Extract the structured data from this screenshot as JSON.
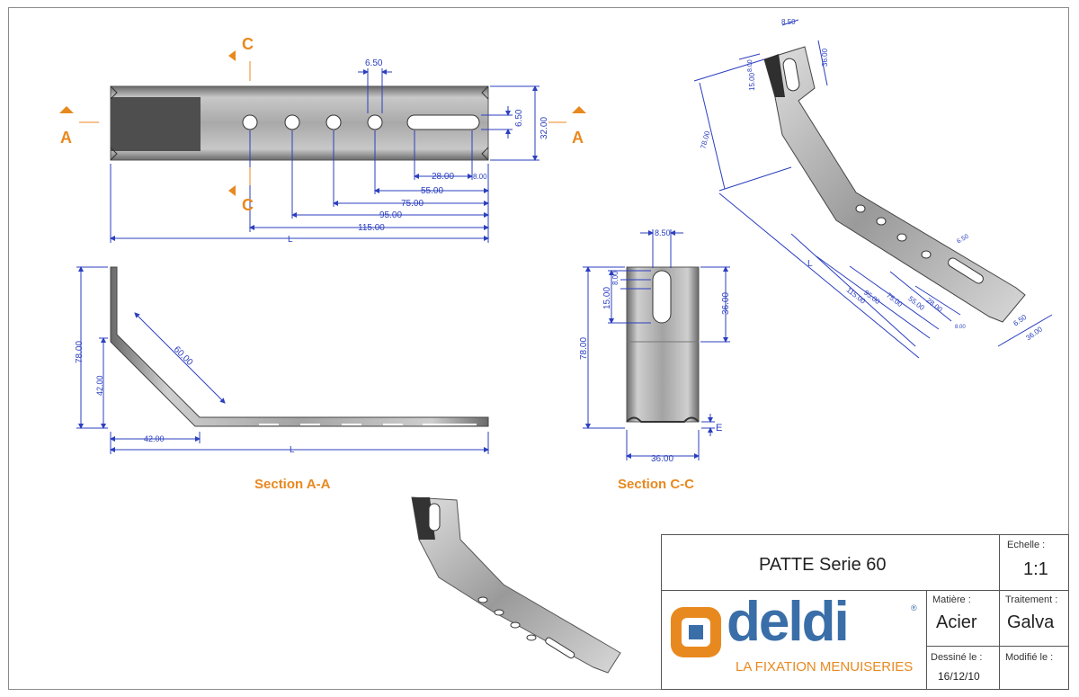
{
  "drawing": {
    "section_a_title": "Section A-A",
    "section_c_title": "Section C-C",
    "view_markers": {
      "a": "A",
      "c": "C"
    },
    "top_view_dims": {
      "hole_width": "6.50",
      "slot_height": "6.50",
      "height": "32.00",
      "d28": "28.00",
      "d8": "8.00",
      "d55": "55.00",
      "d75": "75.00",
      "d95": "95.00",
      "d115": "115.00",
      "length": "L"
    },
    "section_a_dims": {
      "height_total": "78.00",
      "height_vertical": "42.00",
      "diagonal": "60.00",
      "base_offset": "42.00",
      "length": "L"
    },
    "section_c_dims": {
      "slot_width": "8.50",
      "slot_len": "15.00",
      "slot_radius": "8.00",
      "upper_height": "36.00",
      "total_height": "78.00",
      "width": "36.00",
      "thickness": "E"
    },
    "iso_dims": {
      "top_width": "8.50",
      "side_height": "36.00",
      "slot_len": "15.00",
      "slot_small": "8.00",
      "height": "78.00",
      "length": "L",
      "d115": "115.00",
      "d95": "95.00",
      "d75": "75.00",
      "d55": "55.00",
      "d28": "28.00",
      "d8": "8.00",
      "hole": "6.50",
      "slot": "6.50",
      "width": "36.00"
    }
  },
  "title_block": {
    "part_name": "PATTE Serie 60",
    "echelle_label": "Echelle :",
    "echelle_value": "1:1",
    "matiere_label": "Matière :",
    "matiere_value": "Acier",
    "traitement_label": "Traitement :",
    "traitement_value": "Galva",
    "dessine_label": "Dessiné le :",
    "dessine_value": "16/12/10",
    "modifie_label": "Modifié le :",
    "modifie_value": ""
  },
  "logo": {
    "brand": "deldi",
    "registered": "®",
    "tagline": "LA FIXATION MENUISERIES",
    "colors": {
      "blue": "#3a6ea8",
      "orange": "#e8891f"
    }
  },
  "colors": {
    "dimension": "#2b3fbf",
    "accent": "#e8891f",
    "metal_dark": "#4a4a4a",
    "metal_light": "#c9c9c9"
  }
}
